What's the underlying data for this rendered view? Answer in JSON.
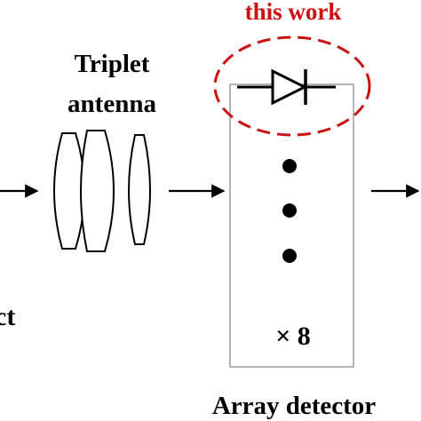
{
  "highlight": {
    "text": "this work",
    "color": "#cc1111"
  },
  "antenna": {
    "label_line1": "Triplet",
    "label_line2": "antenna"
  },
  "source": {
    "partial_label": "ct"
  },
  "detector": {
    "label": "Array detector",
    "multiplier": "× 8",
    "diode_icon": "diode-symbol-icon"
  }
}
